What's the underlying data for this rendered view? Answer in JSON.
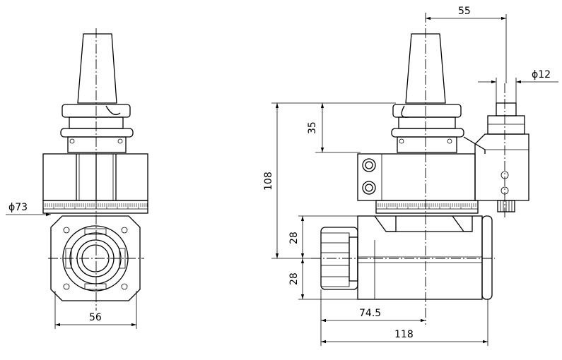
{
  "dimensions": {
    "bore_diameter": "ϕ73",
    "width_front": "56",
    "offset_top": "55",
    "output_diameter": "ϕ12",
    "height_upper": "35",
    "height_total": "108",
    "height_28_top": "28",
    "height_28_bottom": "28",
    "length_inner": "74.5",
    "length_total": "118"
  }
}
